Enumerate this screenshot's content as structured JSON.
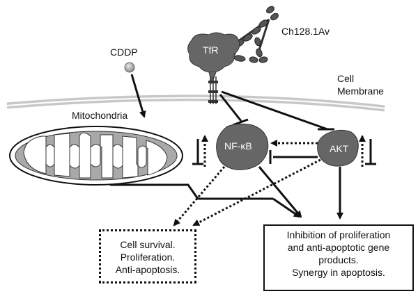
{
  "labels": {
    "antibody": "Ch128.1Av",
    "receptor": "TfR",
    "drug": "CDDP",
    "membrane_line1": "Cell",
    "membrane_line2": "Membrane",
    "organelle": "Mitochondria",
    "nfkb": "NF-κB",
    "akt": "AKT"
  },
  "box_survival": [
    "Cell survival.",
    "Proliferation.",
    "Anti-apoptosis."
  ],
  "box_inhibition": [
    "Inhibition of proliferation",
    "and anti-apoptotic gene",
    "products.",
    "Synergy in apoptosis."
  ],
  "colors": {
    "node_fill": "#666666",
    "membrane": "#c8c8c8",
    "mito_inner": "#a9a9a9",
    "line": "#111111"
  }
}
